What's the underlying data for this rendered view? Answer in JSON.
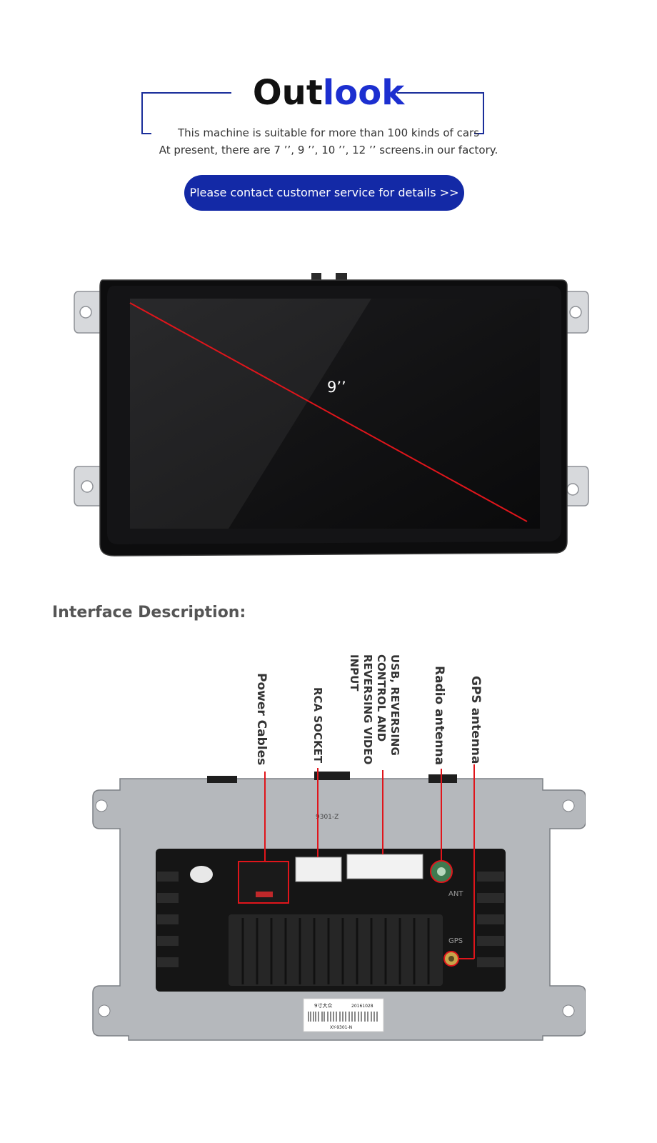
{
  "header": {
    "title_part1": "Out",
    "title_part2": "look",
    "line1": "This machine is suitable for more than 100 kinds of cars",
    "line2": "At present, there are 7 ’’, 9 ’’, 10 ’’, 12 ’’ screens.in our factory.",
    "contact_label": "Please contact customer service for details >>",
    "accent_color": "#1c2fd0",
    "button_color": "#1329a6"
  },
  "product": {
    "screen_size_label": "9’’",
    "diagonal_color": "#e0151b"
  },
  "interface": {
    "title": "Interface Description:",
    "labels": {
      "power": "Power Cables",
      "rca": "RCA SOCKET",
      "usb": "USB, REVERSING\nCONTROL AND\nREVERSING VIDEO\nINPUT",
      "radio": "Radio antenna",
      "gps": "GPS antenna"
    },
    "unit_text": {
      "model_mark": "9301-Z",
      "ant_mark": "ANT",
      "gps_mark": "GPS",
      "sticker_line1": "9寸大众",
      "sticker_line2": "20161028",
      "sticker_line3": "XY-9301-N"
    },
    "callout_color": "#e0151b"
  }
}
